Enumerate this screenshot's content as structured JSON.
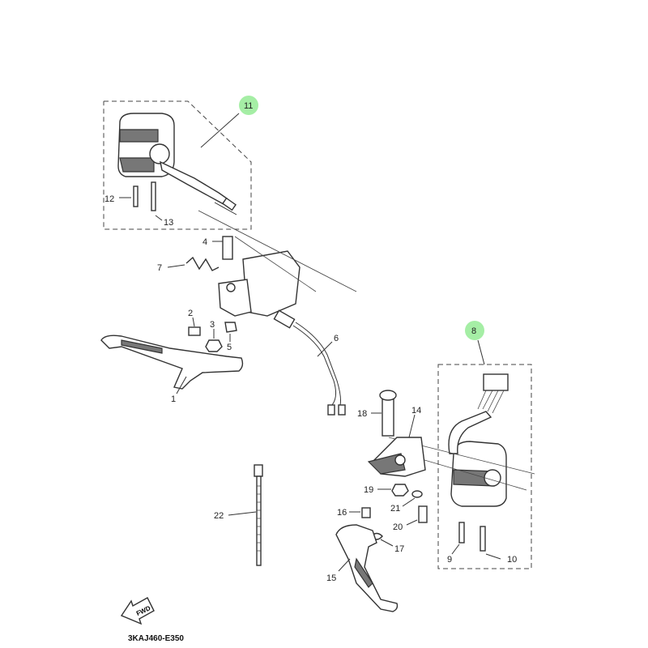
{
  "diagram": {
    "labels": {
      "p1": "1",
      "p2": "2",
      "p3": "3",
      "p4": "4",
      "p5": "5",
      "p6": "6",
      "p7": "7",
      "p8": "8",
      "p9": "9",
      "p10": "10",
      "p11": "11",
      "p12": "12",
      "p13": "13",
      "p14": "14",
      "p15": "15",
      "p16": "16",
      "p17": "17",
      "p18": "18",
      "p19": "19",
      "p20": "20",
      "p21": "21",
      "p22": "22"
    },
    "highlighted": [
      "8",
      "11"
    ],
    "highlight_color": "#7be37b",
    "fwd_label": "FWD",
    "diagram_code": "3KAJ460-E350"
  }
}
